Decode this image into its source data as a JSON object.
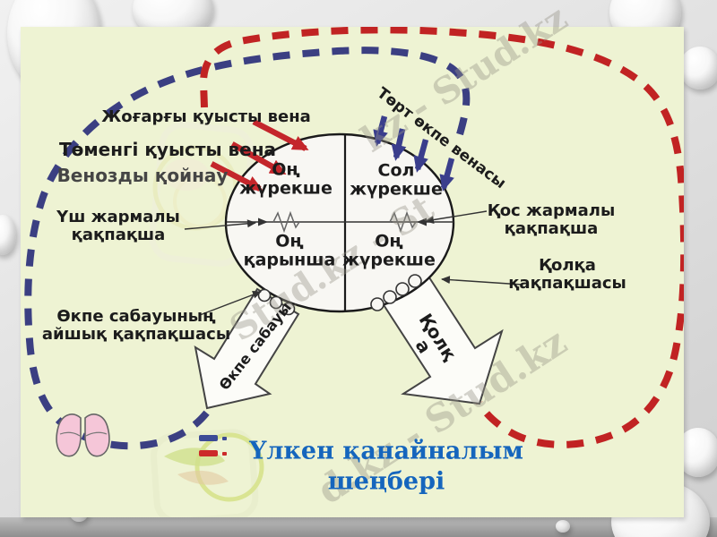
{
  "colors": {
    "slide_bg": "#eef3d3",
    "blue_loop": "#3b3f82",
    "red_loop": "#c12323",
    "red_arrow": "#c4262b",
    "blue_arrow": "#3a3e8c",
    "title_blue": "#1565bd"
  },
  "diagram": {
    "labels": {
      "superior_vena_cava": "Жоғарғы қуысты вена",
      "inferior_vena_cava": "Төменгі қуысты вена",
      "venous_sinus": "Венозды қойнау",
      "tricuspid_valve": "Үш жармалы\nқақпақша",
      "pulmonary_valve": "Өкпе сабауының\nайшық қақпақшасы",
      "pulmonary_veins": "Төрт өкпе венасы",
      "bicuspid_valve": "Қос жармалы\nқақпақша",
      "aortic_valve": "Қолқа\nқақпақшасы",
      "pulmonary_trunk": "Өкпе сабауы",
      "aorta": "Қолқ\nа"
    },
    "heart": {
      "right_atrium": "Оң\nжүрекше",
      "left_atrium": "Сол\nжүрекше",
      "right_ventricle": "Оң\nқарынша",
      "left_ventricle": "Оң\nжүрекше"
    },
    "title": "Үлкен қанайналым\nшеңбері"
  },
  "watermarks": {
    "top": "kz - Stud.kz",
    "middle": "Stud.kz - St",
    "bottom": "d.kz - Stud.kz"
  }
}
